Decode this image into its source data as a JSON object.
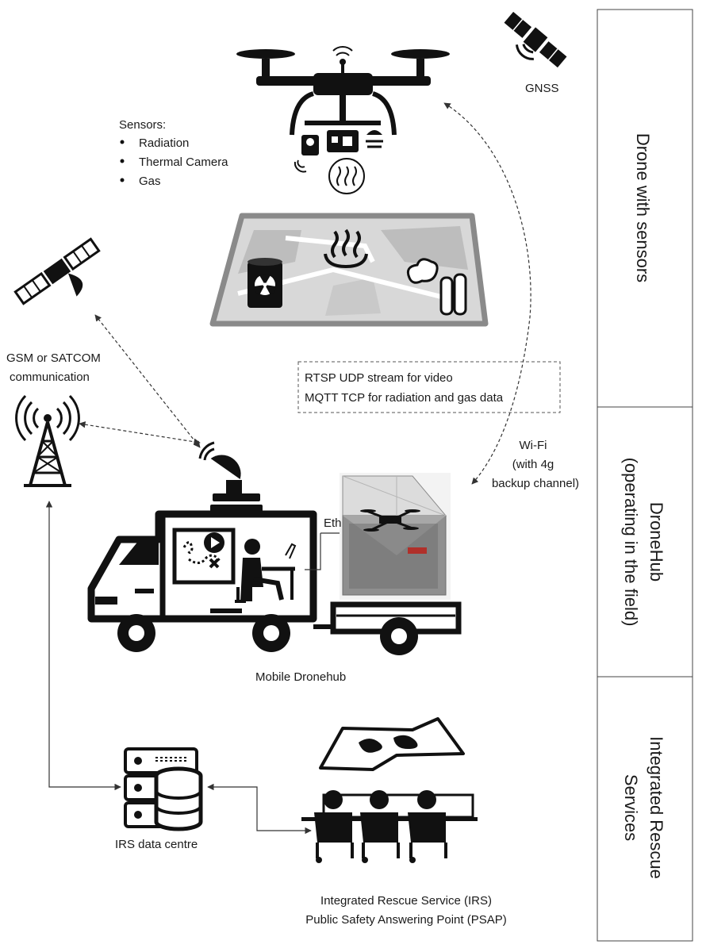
{
  "sections": {
    "drone": "Drone with sensors",
    "dronehub_line1": "DroneHub",
    "dronehub_line2": "(operating in the field)",
    "irs_line1": "Integrated Rescue",
    "irs_line2": "Services"
  },
  "gnss_label": "GNSS",
  "sensors": {
    "heading": "Sensors:",
    "items": [
      "Radiation",
      "Thermal Camera",
      "Gas"
    ]
  },
  "comm_label": {
    "line1": "GSM or SATCOM",
    "line2": "communication"
  },
  "stream_box": {
    "line1": "RTSP UDP stream for video",
    "line2": "MQTT TCP for radiation and gas data"
  },
  "wifi_label": {
    "line1": "Wi-Fi",
    "line2": "(with 4g",
    "line3": "backup channel)"
  },
  "eth_label": "Eth",
  "mobile_dronehub_label": "Mobile Dronehub",
  "irs_data_centre_label": "IRS data centre",
  "psap_label": {
    "line1": "Integrated Rescue Service (IRS)",
    "line2": "Public Safety Answering Point (PSAP)"
  }
}
